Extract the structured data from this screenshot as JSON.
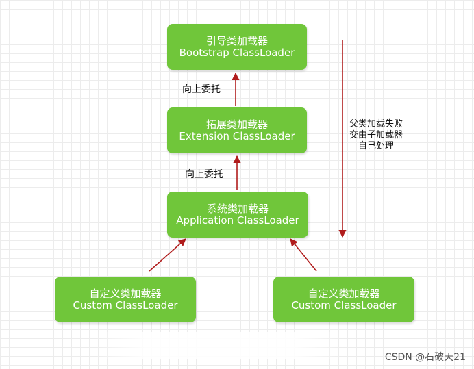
{
  "colors": {
    "box_fill": "#70c63a",
    "arrow": "#b01c1c",
    "text_dark": "#111111"
  },
  "boxes": {
    "bootstrap": {
      "cn": "引导类加载器",
      "en": "Bootstrap ClassLoader"
    },
    "extension": {
      "cn": "拓展类加载器",
      "en": "Extension ClassLoader"
    },
    "application": {
      "cn": "系统类加载器",
      "en": "Application ClassLoader"
    },
    "custom_left": {
      "cn": "自定义类加载器",
      "en": "Custom ClassLoader"
    },
    "custom_right": {
      "cn": "自定义类加载器",
      "en": "Custom ClassLoader"
    }
  },
  "labels": {
    "delegate_upper": "向上委托",
    "delegate_lower": "向上委托"
  },
  "side_note": {
    "line1": "父类加载失败",
    "line2": "交由子加载器",
    "line3": "自己处理"
  },
  "watermark": "CSDN @石破天21"
}
